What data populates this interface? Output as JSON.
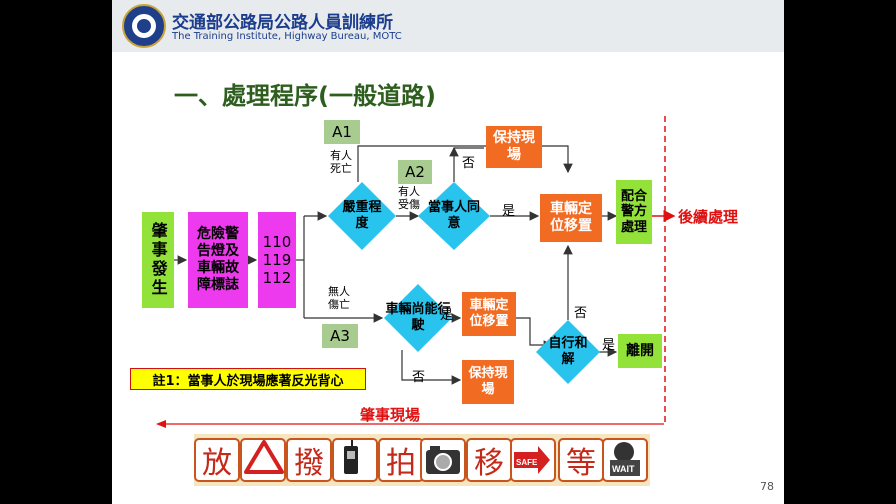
{
  "header": {
    "org_zh": "交通部公路局公路人員訓練所",
    "org_en": "The Training Institute, Highway Bureau, MOTC"
  },
  "title": "一、處理程序(一般道路)",
  "flow": {
    "start": "肇事發生",
    "hazard": "危險警告燈及車輛故障標誌",
    "call": [
      "110",
      "119",
      "112"
    ],
    "severity": "嚴重程度",
    "agree": "當事人同意",
    "movable": "車輛尚能行駛",
    "settle": "自行和解",
    "keep_upper": "保持現場",
    "move_right": "車輛定位移置",
    "police": "配合警方處理",
    "move_lower": "車輛定位移置",
    "keep_lower": "保持現場",
    "leave": "離開",
    "a1": "A1",
    "a2": "A2",
    "a3": "A3",
    "death": "有人死亡",
    "injured": "有人受傷",
    "no_injury": "無人傷亡",
    "no1": "否",
    "yes1": "是",
    "yes2": "是",
    "no2": "否",
    "no3": "否",
    "yes3": "是"
  },
  "note": "註1：當事人於現場應著反光背心",
  "followup": "後續處理",
  "scene": "肇事現場",
  "steps": {
    "s1": "放",
    "s2": "撥",
    "s3": "拍",
    "s4": "移",
    "s5": "等",
    "safe": "SAFE",
    "wait": "WAIT"
  },
  "page_number": "78",
  "colors": {
    "green": "#92e23a",
    "magenta": "#ee3aee",
    "orange": "#f26b22",
    "diamond": "#29c4ee",
    "red": "#e01010"
  }
}
